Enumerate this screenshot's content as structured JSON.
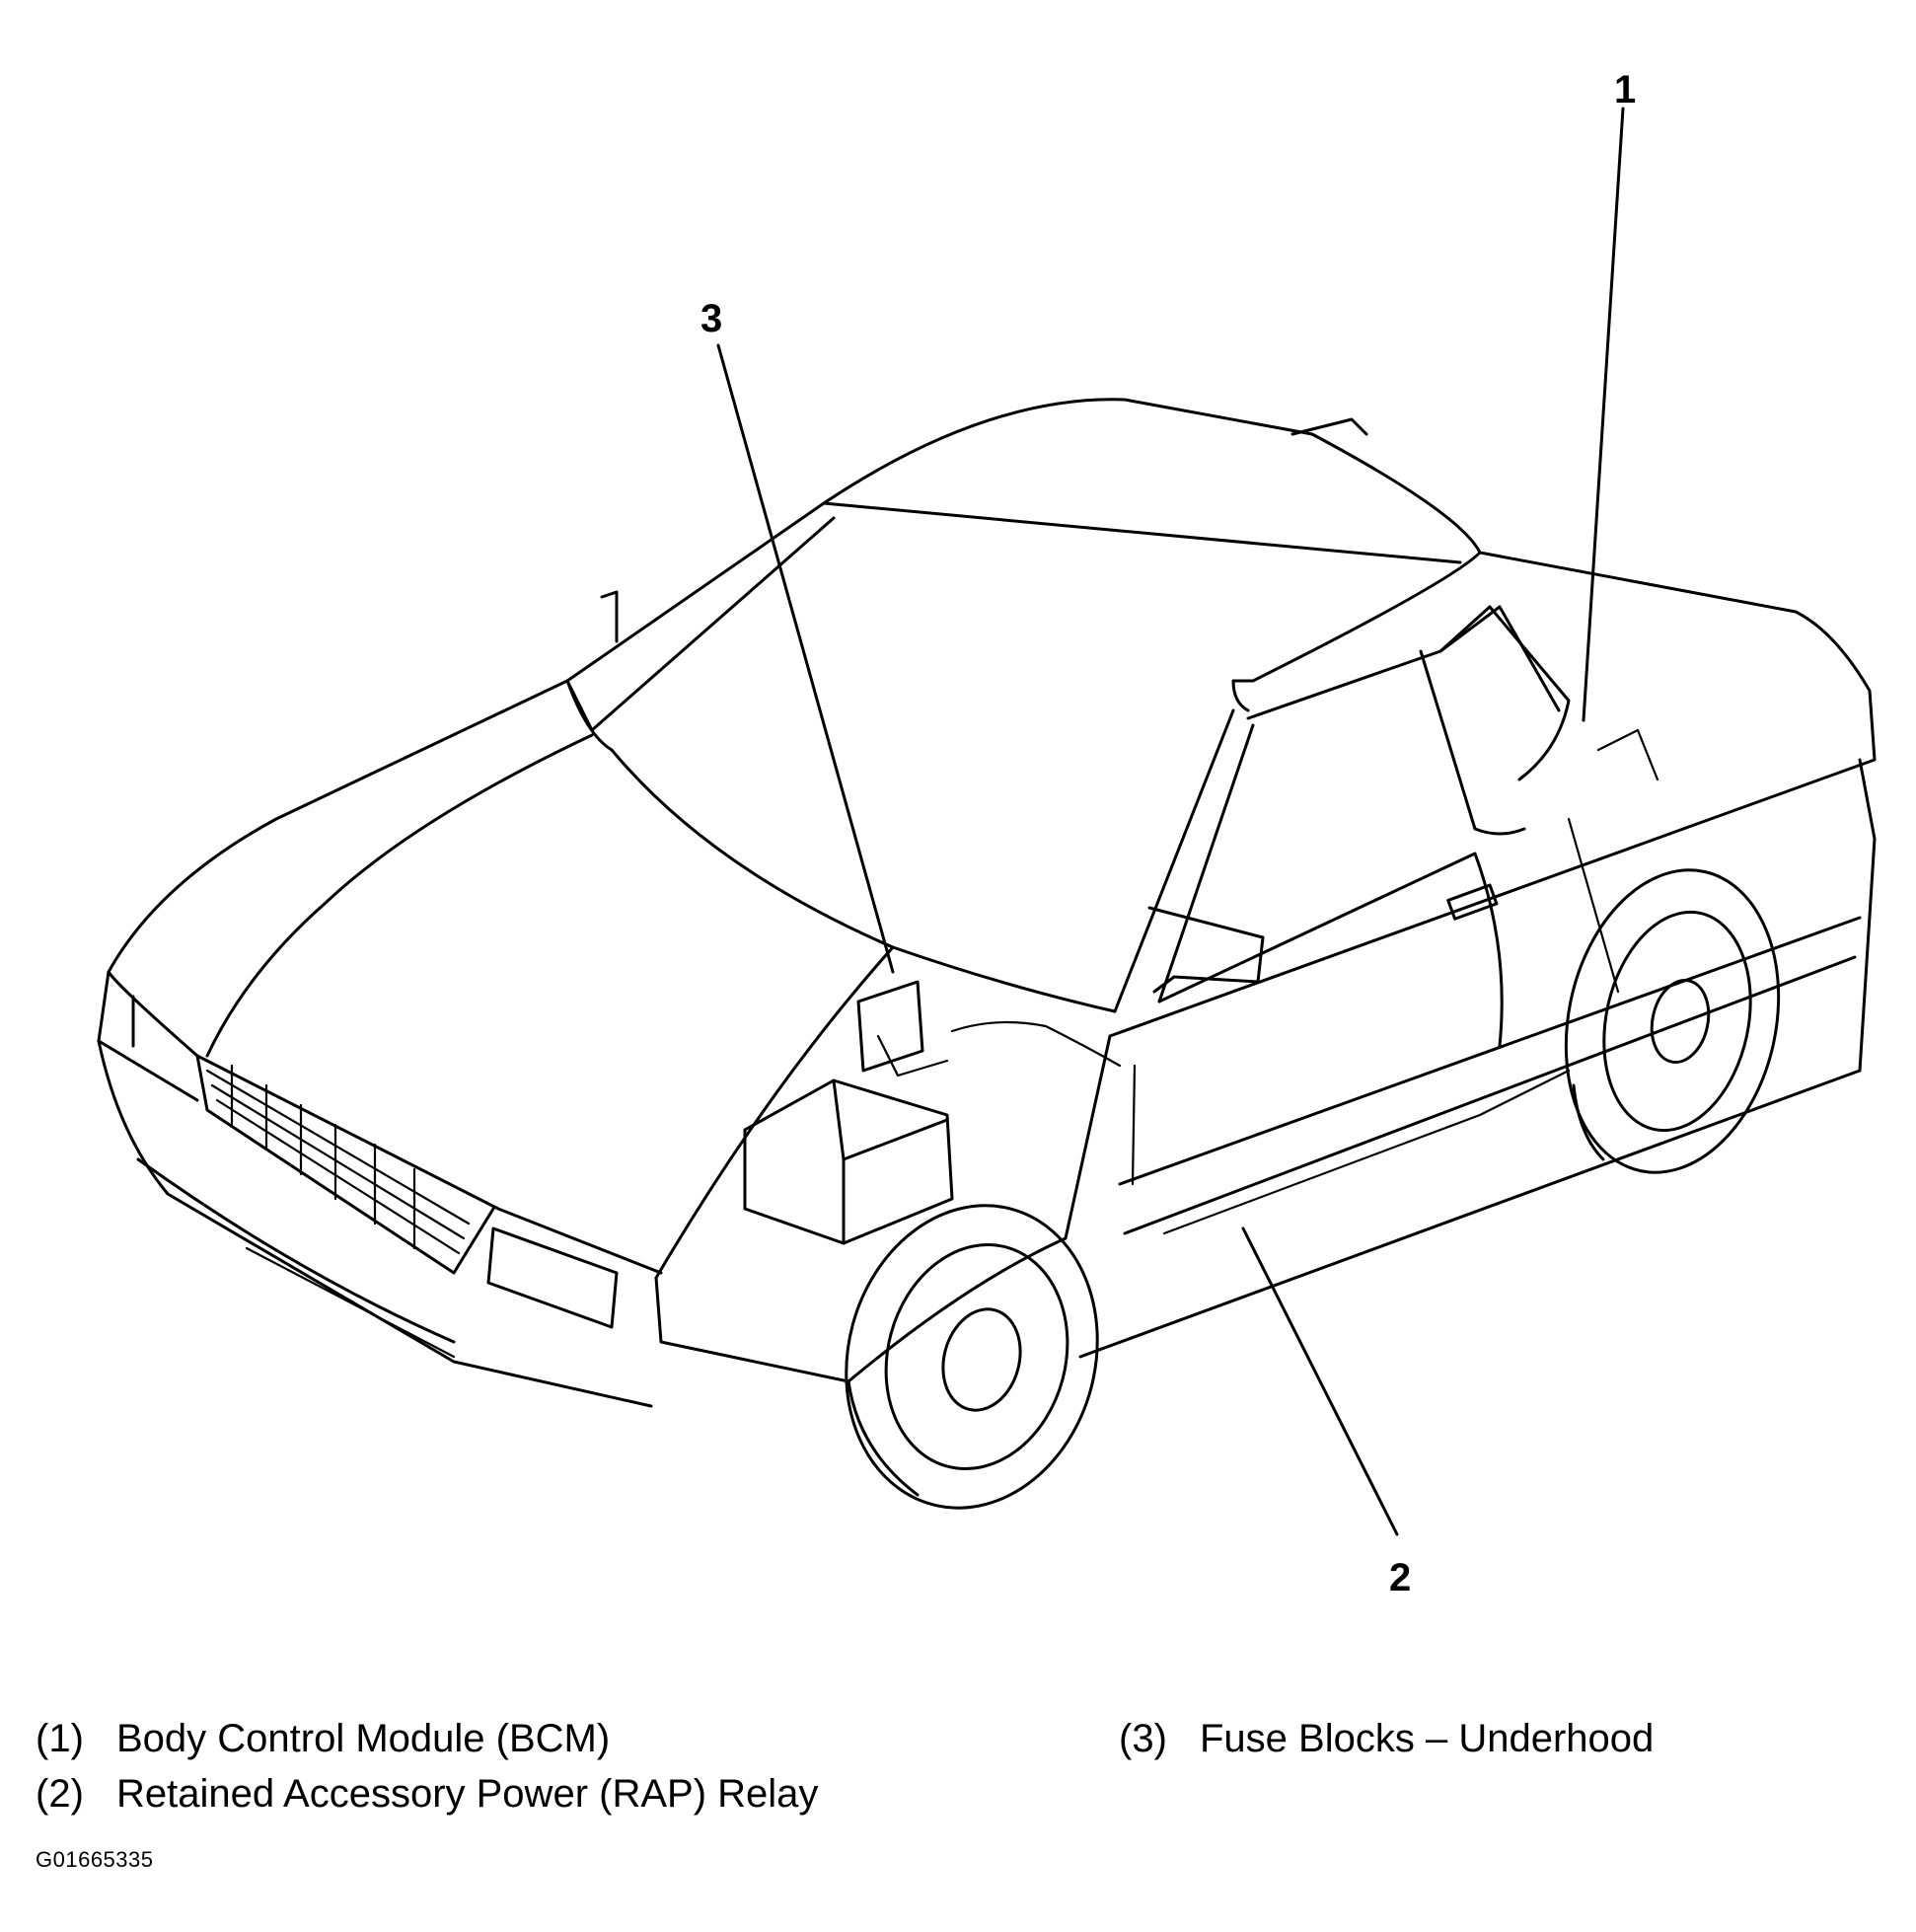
{
  "callouts": [
    {
      "num": "1"
    },
    {
      "num": "2"
    },
    {
      "num": "3"
    }
  ],
  "legend": [
    {
      "num": "(1)",
      "label": "Body Control Module (BCM)"
    },
    {
      "num": "(2)",
      "label": "Retained Accessory Power (RAP) Relay"
    },
    {
      "num": "(3)",
      "label": "Fuse Blocks – Underhood"
    }
  ],
  "figure_id": "G01665335"
}
